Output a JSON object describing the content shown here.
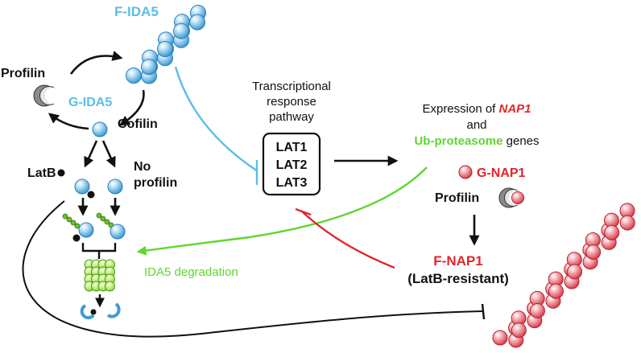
{
  "labels": {
    "f_ida5": "F-IDA5",
    "profilin_left": "Profilin",
    "g_ida5": "G-IDA5",
    "cofilin": "Cofilin",
    "latb": "LatB",
    "no": "No",
    "profilin_no": "profilin",
    "ida5_degradation": "IDA5 degradation",
    "transcriptional_1": "Transcriptional",
    "transcriptional_2": "response",
    "transcriptional_3": "pathway",
    "lat1": "LAT1",
    "lat2": "LAT2",
    "lat3": "LAT3",
    "expression_prefix": "Expression of ",
    "nap1_gene": "NAP1",
    "and": "and",
    "ub_proteasome": "Ub-proteasome",
    "genes": " genes",
    "g_nap1": "G-NAP1",
    "profilin_right": "Profilin",
    "f_nap1": "F-NAP1",
    "latb_resistant": "(LatB-resistant)"
  },
  "colors": {
    "ida5_blue": "#6fb7e3",
    "ida5_label": "#5bbde8",
    "nap1_red": "#e0262b",
    "ub_green": "#5fd62f",
    "black": "#111111",
    "profilin_gray": "#8a8a8a"
  }
}
